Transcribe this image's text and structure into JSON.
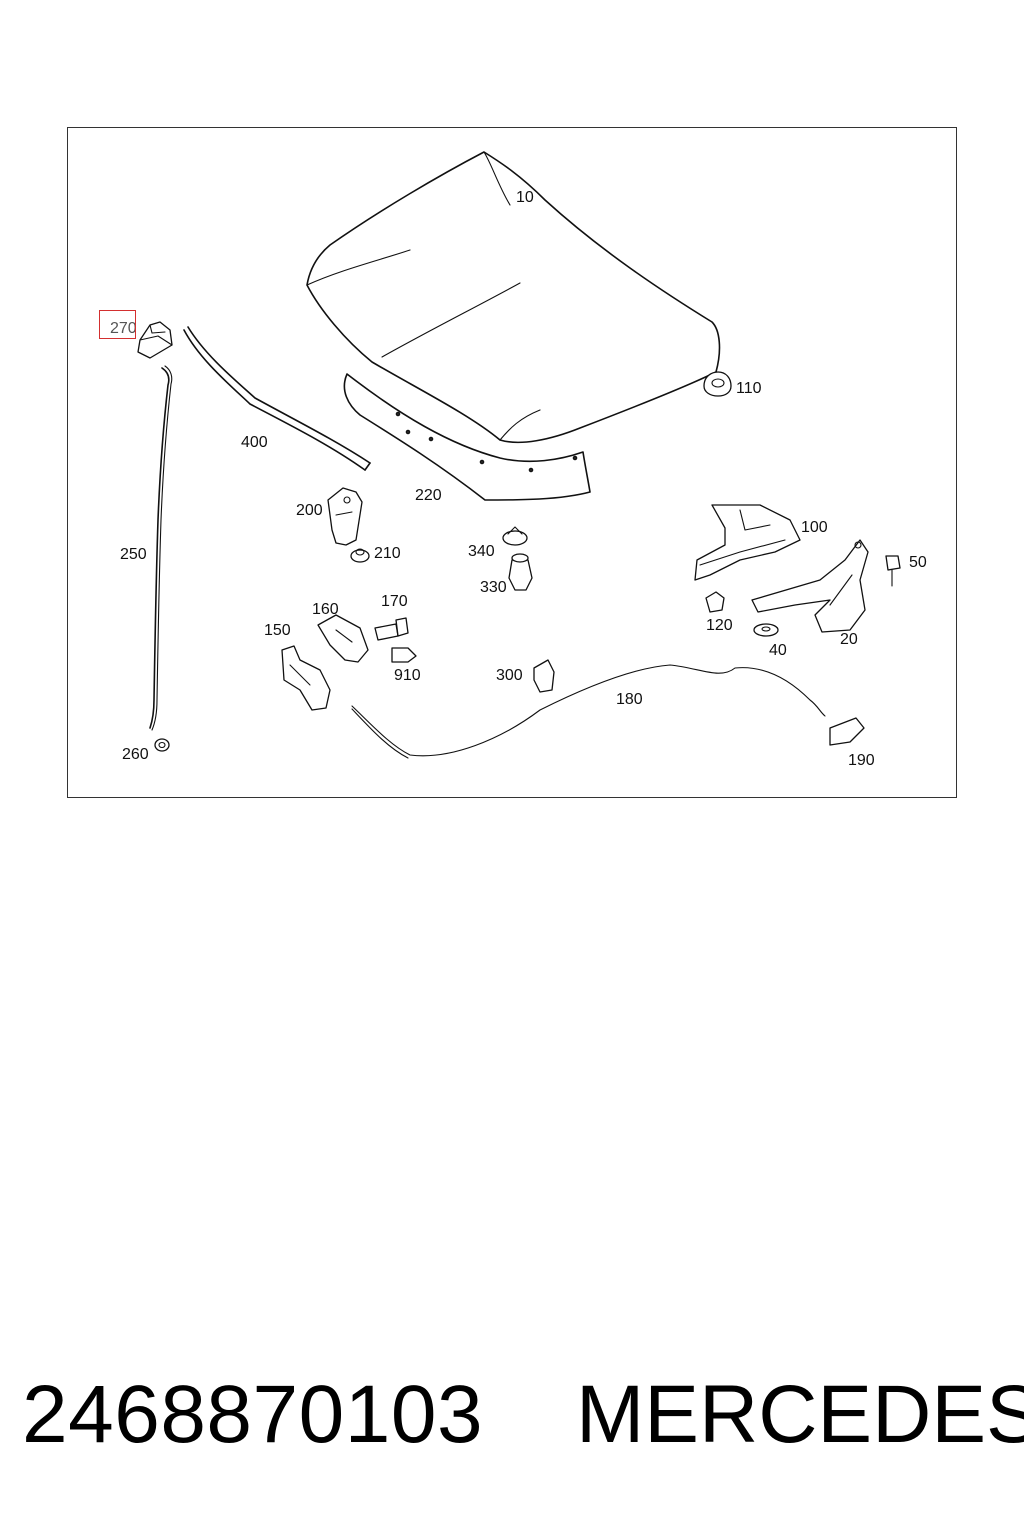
{
  "diagram": {
    "highlighted_label": "270",
    "labels": {
      "p10": "10",
      "p20": "20",
      "p40": "40",
      "p50": "50",
      "p100": "100",
      "p110": "110",
      "p120": "120",
      "p150": "150",
      "p160": "160",
      "p170": "170",
      "p180": "180",
      "p190": "190",
      "p200": "200",
      "p210": "210",
      "p220": "220",
      "p250": "250",
      "p260": "260",
      "p270": "270",
      "p300": "300",
      "p330": "330",
      "p340": "340",
      "p400": "400",
      "p910": "910"
    },
    "highlight_color": "#d32f2f"
  },
  "footer": {
    "part_number": "2468870103",
    "brand": "MERCEDES"
  }
}
